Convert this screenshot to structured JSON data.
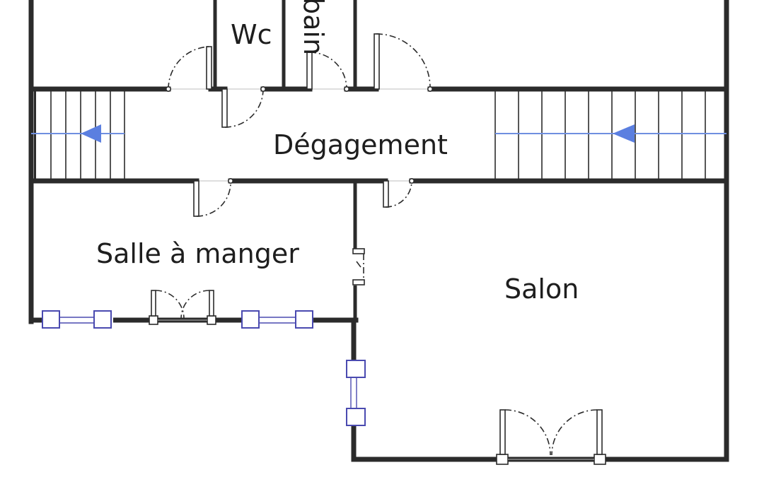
{
  "rooms": {
    "wc": "Wc",
    "bain": "bain",
    "degagement": "Dégagement",
    "salle_a_manger": "Salle à manger",
    "salon": "Salon"
  },
  "colors": {
    "wall": "#2b2b2b",
    "window": "#4a4ab0",
    "stair_arrow": "#5b7fe0",
    "background": "#ffffff"
  },
  "icons": {
    "stair_direction": "arrow-left-icon"
  }
}
